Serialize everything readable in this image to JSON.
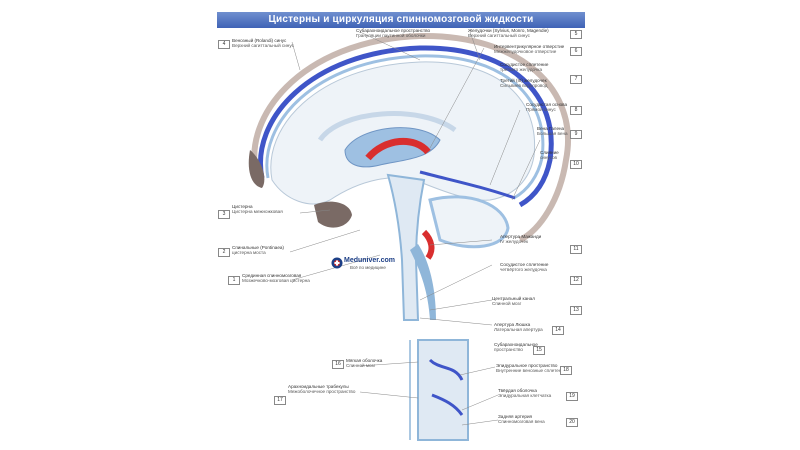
{
  "title": "Цистерны и циркуляция спинномозговой жидкости",
  "watermark": {
    "name": "Meduniver.com",
    "subtitle": "Всё по медицине"
  },
  "colors": {
    "title_bg": "#4a6cc0",
    "csf": "#8fb6d9",
    "sinus": "#3f55c8",
    "plexus": "#d92e2e",
    "bone": "#7a6a65"
  },
  "labels_left": [
    {
      "title": "Венозный (Rolandi) синус",
      "sub": "Верхний сагиттальный синус",
      "num": "4"
    },
    {
      "title": "Цистерна",
      "sub": "Цистерна межножковая",
      "num": "3"
    },
    {
      "title": "Спинальные (Pontinaea)",
      "sub": "цистерна моста",
      "num": "2"
    },
    {
      "title": "Срединная спинномозговая",
      "sub": "Мозжечково-мозговая цистерна",
      "num": "1"
    }
  ],
  "labels_top": [
    {
      "title": "Субарахноидальное пространство",
      "sub": "Грануляции паутинной оболочки"
    },
    {
      "title": "Желудочки (Sylvius, Monro, Magendie)",
      "sub": "Верхний сагиттальный синус",
      "num": "5"
    }
  ],
  "labels_right": [
    {
      "title": "Интервентрикулярное отверстие",
      "sub": "Межжелудочковое отверстие",
      "num": "6"
    },
    {
      "title": "Сосудистое сплетение",
      "sub": "третьего желудочка",
      "num": "7"
    },
    {
      "title": "Третий (III) желудочек",
      "sub": "Сильвиев водопровод"
    },
    {
      "title": "Сосудистая основа",
      "sub": "Прямой синус",
      "num": "8"
    },
    {
      "title": "Вена Галена",
      "sub": "Большая вена",
      "num": "9"
    },
    {
      "title": "Слияние",
      "sub": "синусов",
      "num": "10"
    },
    {
      "title": "Апертура Мажанди",
      "sub": "IV желудочек",
      "num": "11"
    },
    {
      "title": "Сосудистое сплетение",
      "sub": "четвёртого желудочка",
      "num": "12"
    },
    {
      "title": "Центральный канал",
      "sub": "Спинной мозг",
      "num": "13"
    },
    {
      "title": "Апертура Люшка",
      "sub": "Латеральная апертура",
      "num": "14"
    },
    {
      "title": "Субарахноидальное",
      "sub": "пространство",
      "num": "15"
    }
  ],
  "labels_bottom_left": [
    {
      "title": "Мягкая оболочка",
      "sub": "Спинной мозг",
      "num": "16"
    },
    {
      "title": "Арахноидальные трабекулы",
      "sub": "Межоболочечное пространство",
      "num": "17"
    }
  ],
  "labels_bottom_right": [
    {
      "title": "Эпидуральное пространство",
      "sub": "Внутренние венозные сплетения",
      "num": "18"
    },
    {
      "title": "Твёрдая оболочка",
      "sub": "Эпидуральная клетчатка",
      "num": "19"
    },
    {
      "title": "Задняя артерия",
      "sub": "Спинномозговая вена",
      "num": "20"
    }
  ]
}
